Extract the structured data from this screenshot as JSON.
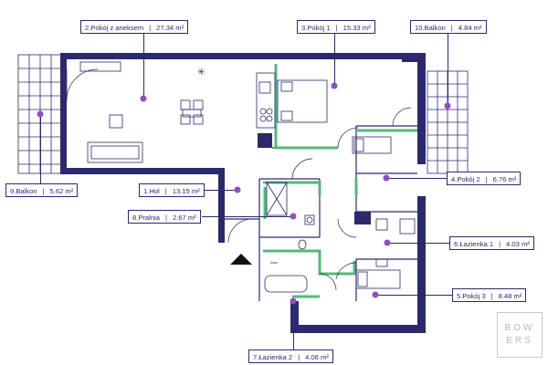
{
  "rooms": [
    {
      "id": "r2",
      "name": "2.Pokój z aneksem",
      "area": "27.34 m²"
    },
    {
      "id": "r3",
      "name": "3.Pokój 1",
      "area": "15.33 m²"
    },
    {
      "id": "r10",
      "name": "10.Balkon",
      "area": "4.84 m²"
    },
    {
      "id": "r9",
      "name": "9.Balkon",
      "area": "5.62 m²"
    },
    {
      "id": "r1",
      "name": "1.Hol",
      "area": "13.15 m²"
    },
    {
      "id": "r8",
      "name": "8.Pralnia",
      "area": "2.67 m²"
    },
    {
      "id": "r4",
      "name": "4.Pokój 2",
      "area": "6.76 m²"
    },
    {
      "id": "r6",
      "name": "6.Łazienka 1",
      "area": "4.03 m²"
    },
    {
      "id": "r5",
      "name": "5.Pokój 3",
      "area": "8.48 m²"
    },
    {
      "id": "r7",
      "name": "7.Łazienka 2",
      "area": "4.06 m²"
    }
  ],
  "separator": "|",
  "logo": {
    "line1": "BOW",
    "line2": "ERS"
  },
  "colors": {
    "wall": "#2b2a6b",
    "accent": "#55b87a",
    "dot": "#8e4fc0"
  }
}
